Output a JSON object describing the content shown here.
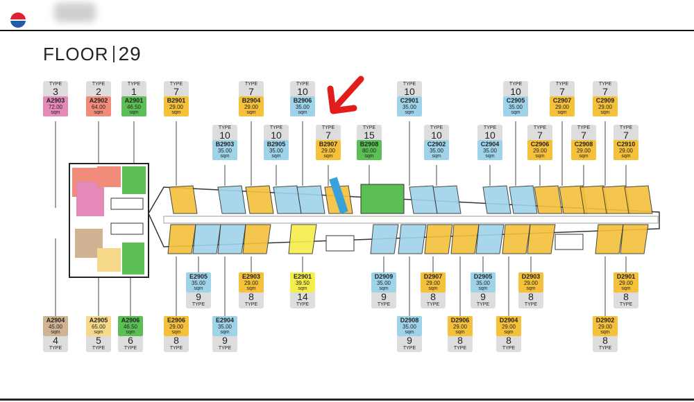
{
  "header": {
    "floor_word": "FLOOR",
    "floor_number": "29"
  },
  "colors": {
    "pink": "#e58ab8",
    "salmon": "#f28c7a",
    "green": "#5cbf55",
    "yellow": "#f5c03a",
    "blue": "#9fd3ea",
    "brightyellow": "#f6ee4a",
    "tan": "#cfb393",
    "lightyellow": "#f7d98c",
    "arrow": "#e21b1b"
  },
  "units_top": [
    {
      "code": "A2903",
      "type": "3",
      "area": "72.00",
      "color": "pink"
    },
    {
      "code": "A2902",
      "type": "2",
      "area": "64.00",
      "color": "salmon"
    },
    {
      "code": "A2901",
      "type": "1",
      "area": "46.50",
      "color": "green"
    },
    {
      "code": "B2901",
      "type": "7",
      "area": "29.00",
      "color": "yellow"
    },
    {
      "code": "B2903",
      "type": "10",
      "area": "35.00",
      "color": "blue"
    },
    {
      "code": "B2904",
      "type": "7",
      "area": "29.00",
      "color": "yellow"
    },
    {
      "code": "B2905",
      "type": "10",
      "area": "35.00",
      "color": "blue"
    },
    {
      "code": "B2906",
      "type": "10",
      "area": "35.00",
      "color": "blue"
    },
    {
      "code": "B2907",
      "type": "7",
      "area": "29.00",
      "color": "yellow"
    },
    {
      "code": "B2908",
      "type": "15",
      "area": "80.00",
      "color": "green"
    },
    {
      "code": "C2901",
      "type": "10",
      "area": "35.00",
      "color": "blue"
    },
    {
      "code": "C2902",
      "type": "10",
      "area": "35.00",
      "color": "blue"
    },
    {
      "code": "C2904",
      "type": "10",
      "area": "35.00",
      "color": "blue"
    },
    {
      "code": "C2905",
      "type": "10",
      "area": "35.00",
      "color": "blue"
    },
    {
      "code": "C2906",
      "type": "7",
      "area": "29.00",
      "color": "yellow"
    },
    {
      "code": "C2907",
      "type": "7",
      "area": "29.00",
      "color": "yellow"
    },
    {
      "code": "C2908",
      "type": "7",
      "area": "29.00",
      "color": "yellow"
    },
    {
      "code": "C2909",
      "type": "7",
      "area": "29.00",
      "color": "yellow"
    },
    {
      "code": "C2910",
      "type": "7",
      "area": "29.00",
      "color": "yellow"
    }
  ],
  "units_bottom": [
    {
      "code": "A2904",
      "type": "4",
      "area": "45.00",
      "color": "tan"
    },
    {
      "code": "A2905",
      "type": "5",
      "area": "65.00",
      "color": "lightyellow"
    },
    {
      "code": "A2906",
      "type": "6",
      "area": "46.50",
      "color": "green"
    },
    {
      "code": "E2906",
      "type": "8",
      "area": "29.00",
      "color": "yellow"
    },
    {
      "code": "E2905",
      "type": "9",
      "area": "35.00",
      "color": "blue"
    },
    {
      "code": "E2904",
      "type": "9",
      "area": "35.00",
      "color": "blue"
    },
    {
      "code": "E2903",
      "type": "8",
      "area": "29.00",
      "color": "yellow"
    },
    {
      "code": "E2901",
      "type": "14",
      "area": "39.50",
      "color": "brightyellow"
    },
    {
      "code": "D2909",
      "type": "9",
      "area": "35.00",
      "color": "blue"
    },
    {
      "code": "D2908",
      "type": "9",
      "area": "35.00",
      "color": "blue"
    },
    {
      "code": "D2907",
      "type": "8",
      "area": "29.00",
      "color": "yellow"
    },
    {
      "code": "D2906",
      "type": "8",
      "area": "29.00",
      "color": "yellow"
    },
    {
      "code": "D2905",
      "type": "9",
      "area": "35.00",
      "color": "blue"
    },
    {
      "code": "D2904",
      "type": "8",
      "area": "29.00",
      "color": "yellow"
    },
    {
      "code": "D2903",
      "type": "8",
      "area": "29.00",
      "color": "yellow"
    },
    {
      "code": "D2902",
      "type": "8",
      "area": "29.00",
      "color": "yellow"
    },
    {
      "code": "D2901",
      "type": "8",
      "area": "29.00",
      "color": "yellow"
    }
  ],
  "labels": {
    "type_word": "TYPE",
    "unit": "sqm"
  }
}
